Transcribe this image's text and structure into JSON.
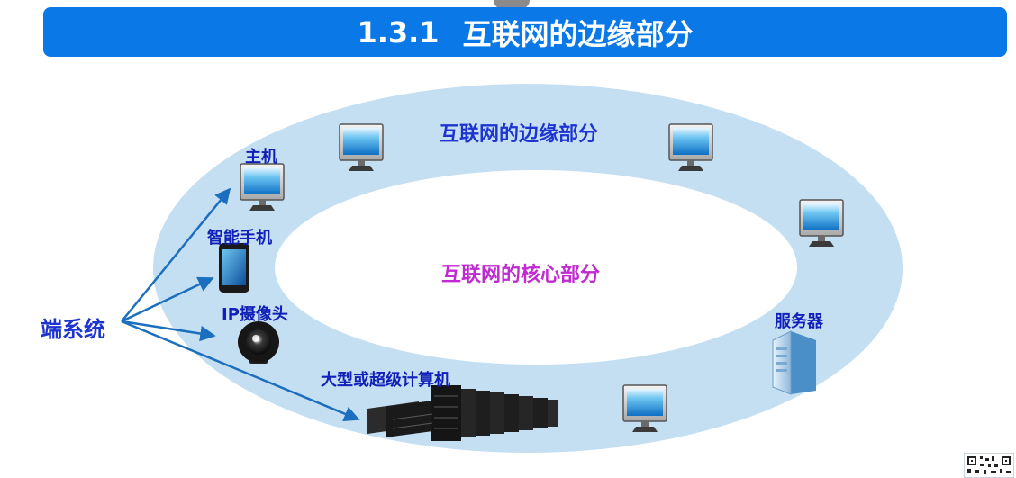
{
  "title": {
    "number": "1.3.1",
    "text": "互联网的边缘部分"
  },
  "diagram": {
    "edge_label": "互联网的边缘部分",
    "core_label": "互联网的核心部分",
    "end_systems_label": "端系统",
    "devices": {
      "host": "主机",
      "smartphone": "智能手机",
      "ip_camera": "IP摄像头",
      "server": "服务器",
      "supercomputer": "大型或超级计算机"
    }
  },
  "colors": {
    "title_bg": "#0a78e6",
    "ring_fill": "#c5dff2",
    "arrow": "#1c6fbf",
    "edge_text": "#1e34d0",
    "core_text": "#c02ad0"
  }
}
